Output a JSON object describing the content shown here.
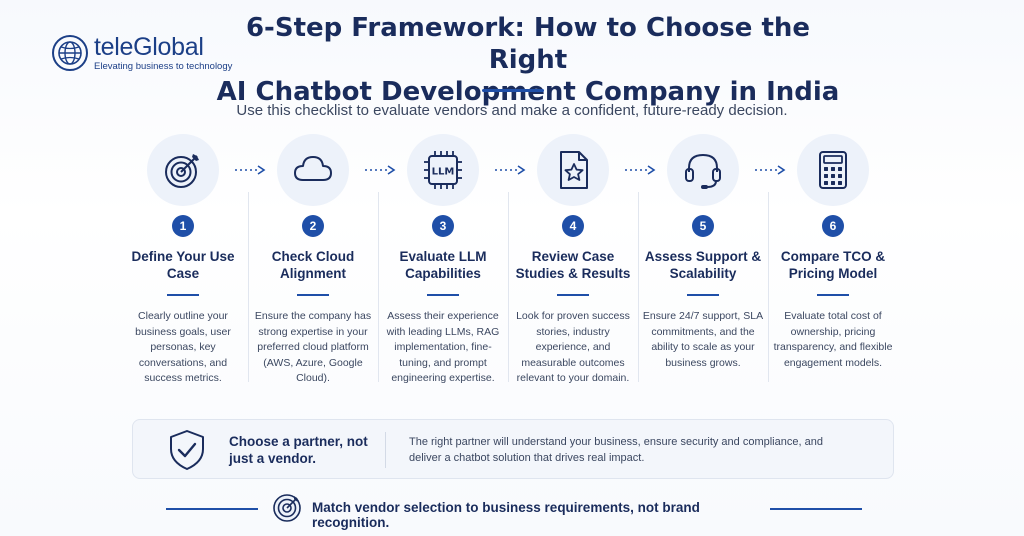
{
  "brand": {
    "name": "teleGlobal",
    "tagline": "Elevating business to technology",
    "color": "#1c3f87"
  },
  "title": {
    "line1": "6-Step Framework: How to Choose the Right",
    "line2": "AI Chatbot Development Company in India"
  },
  "subtitle": "Use this checklist to evaluate vendors and make a confident, future-ready decision.",
  "colors": {
    "accent": "#1f4fa8",
    "heading": "#1a2c5c",
    "body": "#3b4760",
    "icon_bg": "#edf2fa"
  },
  "steps": [
    {
      "number": "1",
      "icon": "target-icon",
      "title": "Define Your Use Case",
      "description": "Clearly outline your business goals, user personas, key conversations, and success metrics."
    },
    {
      "number": "2",
      "icon": "cloud-icon",
      "title": "Check Cloud Alignment",
      "description": "Ensure the company has strong expertise in your preferred cloud platform (AWS, Azure, Google Cloud)."
    },
    {
      "number": "3",
      "icon": "llm-chip-icon",
      "icon_label": "LLM",
      "title": "Evaluate LLM Capabilities",
      "description": "Assess their experience with leading LLMs, RAG implementation, fine-tuning, and prompt engineering expertise."
    },
    {
      "number": "4",
      "icon": "document-star-icon",
      "title": "Review Case Studies & Results",
      "description": "Look for proven success stories, industry experience, and measurable outcomes relevant to your domain."
    },
    {
      "number": "5",
      "icon": "headset-icon",
      "title": "Assess Support & Scalability",
      "description": "Ensure 24/7 support, SLA commitments, and the ability to scale as your business grows."
    },
    {
      "number": "6",
      "icon": "calculator-icon",
      "title": "Compare TCO & Pricing Model",
      "description": "Evaluate total cost of ownership, pricing transparency, and flexible engagement models."
    }
  ],
  "callout": {
    "icon": "shield-check-icon",
    "heading": "Choose a partner, not just a vendor.",
    "body": "The right partner will understand your business, ensure security and compliance, and deliver a chatbot solution that drives real impact."
  },
  "footer": {
    "icon": "target-icon",
    "text": "Match vendor selection to business requirements, not brand recognition."
  }
}
